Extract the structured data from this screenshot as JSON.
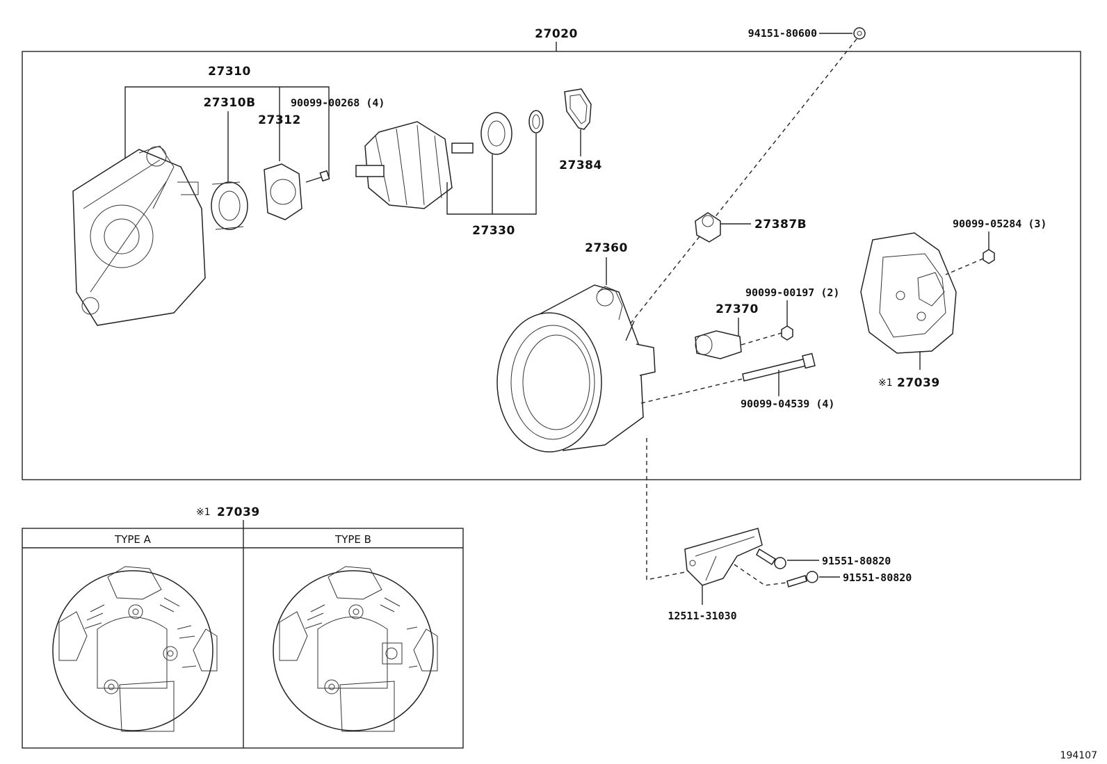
{
  "labels": {
    "assembly": "27020",
    "clip_top": "94151-80600",
    "frame": "27310",
    "frame_b": "27310B",
    "plate": "27312",
    "screw_268": "90099-00268 (4)",
    "rotor": "27330",
    "cover_27384": "27384",
    "terminal_27387b": "27387B",
    "stator": "27360",
    "nut_05284": "90099-05284 (3)",
    "nut_00197": "90099-00197 (2)",
    "regulator": "27370",
    "bolt_04539": "90099-04539 (4)",
    "end_cover_prefix": "※1",
    "end_cover": "27039",
    "bracket": "12511-31030",
    "bolt_a": "91551-80820",
    "bolt_b": "91551-80820",
    "inset_prefix": "※1",
    "inset_title": "27039",
    "type_a": "TYPE A",
    "type_b": "TYPE B",
    "drawing_id": "194107"
  }
}
